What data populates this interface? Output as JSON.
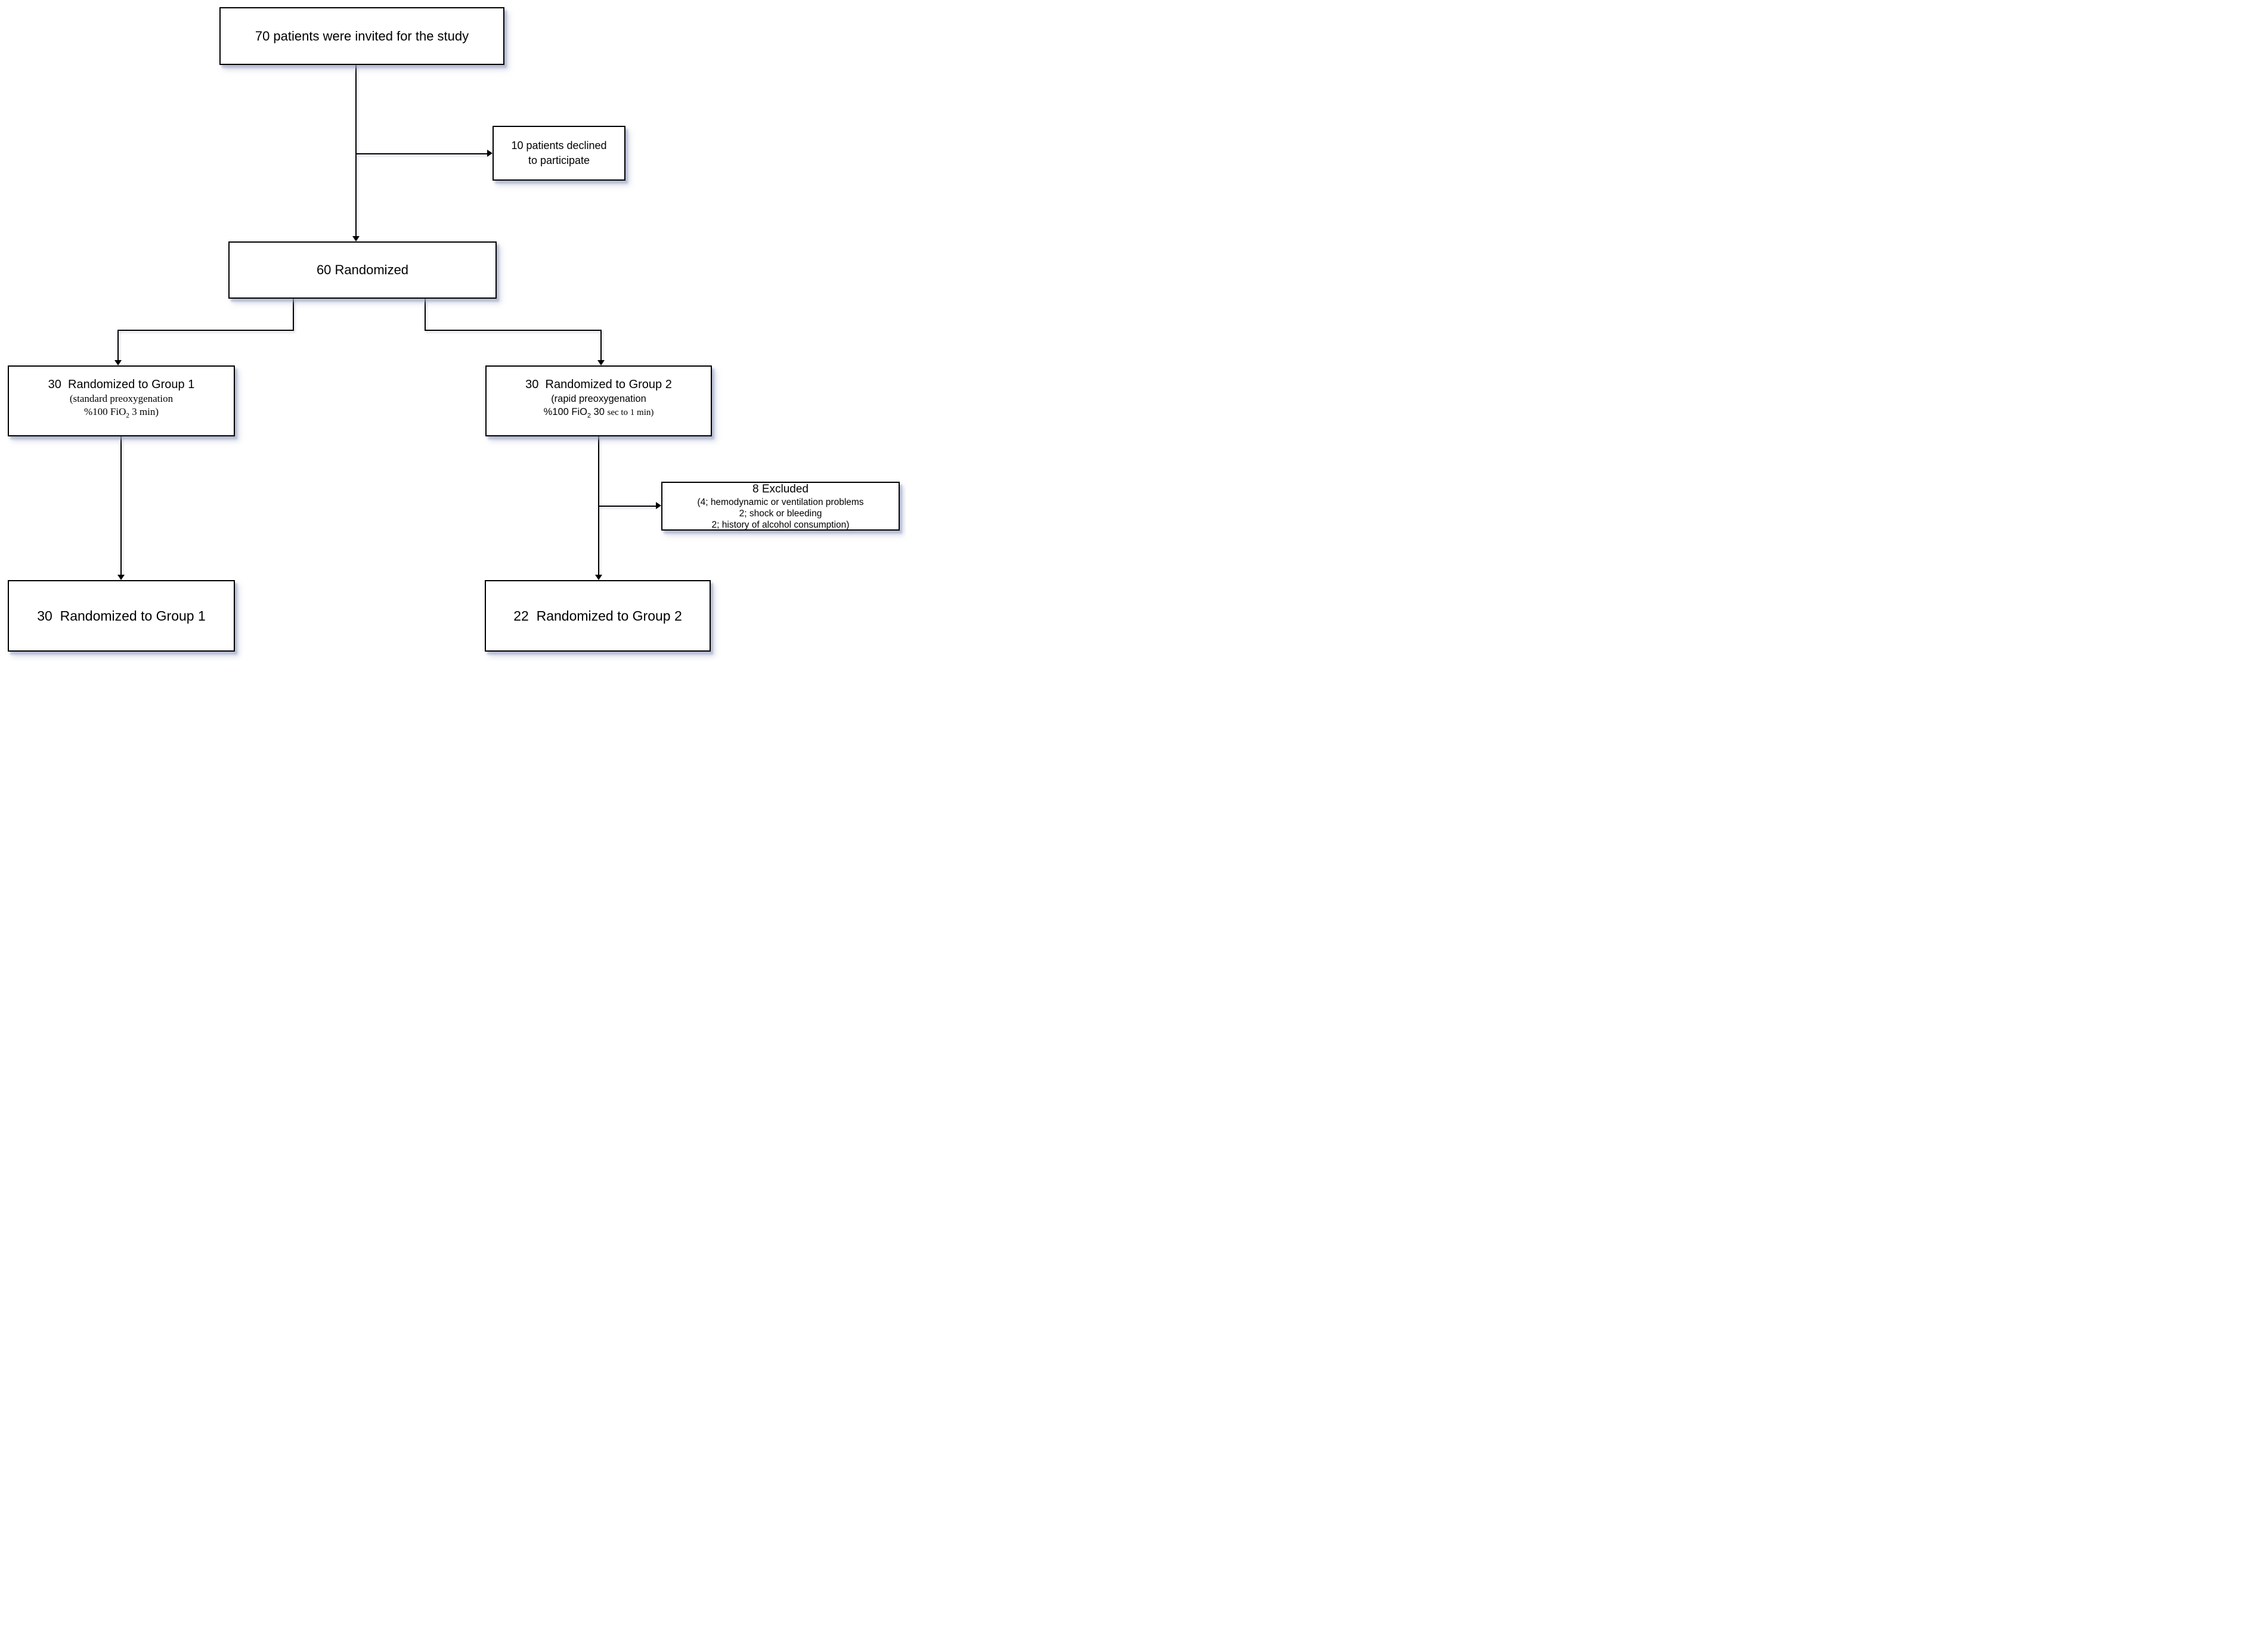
{
  "flowchart": {
    "invited": {
      "text": "70 patients were invited for the study"
    },
    "declined": {
      "line1": "10 patients declined",
      "line2": "to participate"
    },
    "randomized": {
      "text": "60 Randomized"
    },
    "group1": {
      "title": "30  Randomized to Group 1",
      "detail_line1": "(standard preoxygenation",
      "detail_line2_pre": "%100 FiO",
      "detail_line2_sub": "2",
      "detail_line2_post": " 3 min)"
    },
    "group2": {
      "title": "30  Randomized to Group 2",
      "detail_line1": "(rapid preoxygenation",
      "detail_line2_pre": "%100 FiO",
      "detail_line2_sub": "2",
      "detail_line2_mid": " 30 ",
      "detail_line2_post": "sec to 1 min)"
    },
    "excluded": {
      "title": "8 Excluded",
      "reason1": "(4; hemodynamic or ventilation problems",
      "reason2": "2; shock or bleeding",
      "reason3": "2; history of alcohol consumption)"
    },
    "final_group1": {
      "text": "30  Randomized to Group 1"
    },
    "final_group2": {
      "text": "22  Randomized to Group 2"
    },
    "colors": {
      "box_border": "#000000",
      "box_fill": "#ffffff",
      "shadow": "#97a1c1",
      "background": "#ffffff",
      "line": "#000000"
    }
  }
}
